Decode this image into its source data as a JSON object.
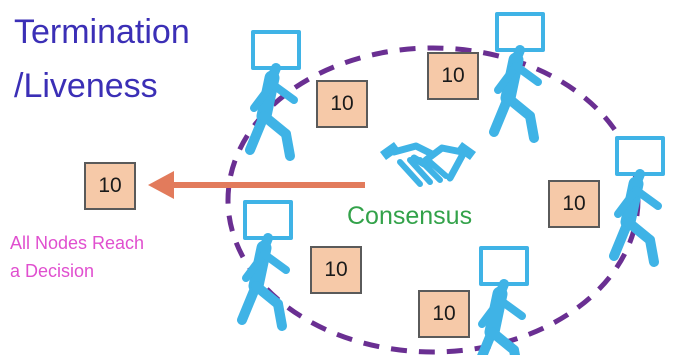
{
  "title": {
    "line1": "Termination",
    "line2": "/Liveness"
  },
  "center_label": "Consensus",
  "decision_label": {
    "line1": "All Nodes Reach",
    "line2": "a Decision"
  },
  "value": "10",
  "colors": {
    "title": "#3b2fb6",
    "consensus": "#33a24a",
    "decision": "#e04fcf",
    "node": "#3fb3e6",
    "circle": "#6a2f92",
    "arrow": "#e27b5c",
    "badge": "#f6c9a8"
  },
  "icons": [
    "handshake-icon",
    "person-node-icon"
  ]
}
